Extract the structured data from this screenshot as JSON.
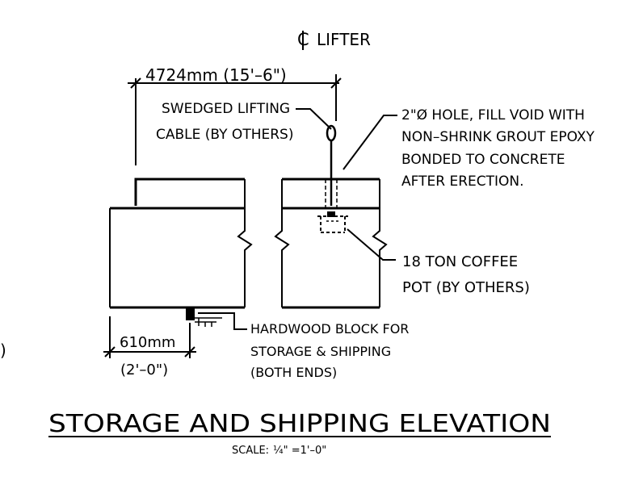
{
  "drawing": {
    "centerline_label": "LIFTER",
    "overall_dim": "4724mm (15'–6\")",
    "cable_note": [
      "SWEDGED LIFTING",
      "CABLE (BY OTHERS)"
    ],
    "hole_note": [
      "2\"Ø HOLE, FILL VOID WITH",
      "NON–SHRINK GROUT EPOXY",
      "BONDED TO CONCRETE",
      "AFTER ERECTION."
    ],
    "coffee_pot_note": [
      "18 TON COFFEE",
      "POT (BY OTHERS)"
    ],
    "block_dim_metric": "610mm",
    "block_dim_imperial": "(2'–0\")",
    "block_note": [
      "HARDWOOD BLOCK FOR",
      "STORAGE & SHIPPING",
      "(BOTH ENDS)"
    ],
    "title": "STORAGE AND SHIPPING ELEVATION",
    "scale_label": "SCALE:",
    "scale_value": "¼\" =1'–0\"",
    "edge_fragment": ")"
  }
}
